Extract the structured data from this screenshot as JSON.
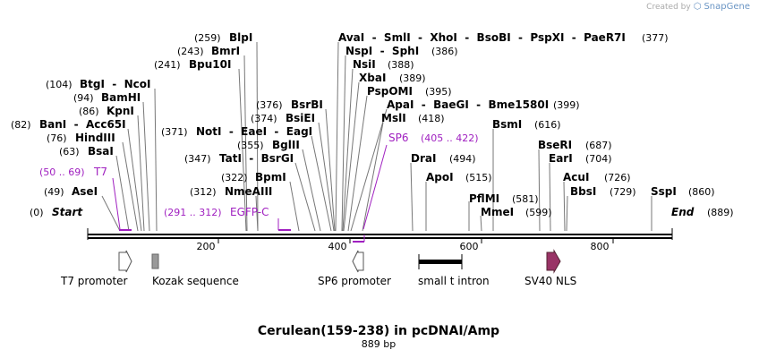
{
  "credit": {
    "prefix": "Created by",
    "brand": "SnapGene"
  },
  "title": "Cerulean(159-238) in pcDNAI/Amp",
  "subtitle": "889 bp",
  "ruler": {
    "ticks": [
      "200",
      "400",
      "600",
      "800"
    ]
  },
  "ends": {
    "start_label": "Start",
    "start_pos": "(0)",
    "end_label": "End",
    "end_pos": "(889)"
  },
  "sites": [
    {
      "name": "AseI",
      "pos": "(49)"
    },
    {
      "name": "BsaI",
      "pos": "(63)"
    },
    {
      "name": "HindIII",
      "pos": "(76)"
    },
    {
      "name": "BanI  -  Acc65I",
      "pos": "(82)"
    },
    {
      "name": "KpnI",
      "pos": "(86)"
    },
    {
      "name": "BamHI",
      "pos": "(94)"
    },
    {
      "name": "BtgI  -  NcoI",
      "pos": "(104)"
    },
    {
      "name": "Bpu10I",
      "pos": "(241)"
    },
    {
      "name": "BmrI",
      "pos": "(243)"
    },
    {
      "name": "BlpI",
      "pos": "(259)"
    },
    {
      "name": "NmeAIII",
      "pos": "(312)"
    },
    {
      "name": "BpmI",
      "pos": "(322)"
    },
    {
      "name": "TatI  -  BsrGI",
      "pos": "(347)"
    },
    {
      "name": "BglII",
      "pos": "(355)"
    },
    {
      "name": "NotI  -  EaeI  -  EagI",
      "pos": "(371)"
    },
    {
      "name": "BsiEI",
      "pos": "(374)"
    },
    {
      "name": "BsrBI",
      "pos": "(376)"
    },
    {
      "name": "AvaI  -  SmlI  -  XhoI  -  BsoBI  -  PspXI  -  PaeR7I",
      "pos": "(377)"
    },
    {
      "name": "NspI  -  SphI",
      "pos": "(386)"
    },
    {
      "name": "NsiI",
      "pos": "(388)"
    },
    {
      "name": "XbaI",
      "pos": "(389)"
    },
    {
      "name": "PspOMI",
      "pos": "(395)"
    },
    {
      "name": "ApaI  -  BaeGI  -  Bme1580I",
      "pos": "(399)"
    },
    {
      "name": "MslI",
      "pos": "(418)"
    },
    {
      "name": "DraI",
      "pos": "(494)"
    },
    {
      "name": "ApoI",
      "pos": "(515)"
    },
    {
      "name": "PflMI",
      "pos": "(581)"
    },
    {
      "name": "MmeI",
      "pos": "(599)"
    },
    {
      "name": "BsmI",
      "pos": "(616)"
    },
    {
      "name": "BseRI",
      "pos": "(687)"
    },
    {
      "name": "EarI",
      "pos": "(704)"
    },
    {
      "name": "AcuI",
      "pos": "(726)"
    },
    {
      "name": "BbsI",
      "pos": "(729)"
    },
    {
      "name": "SspI",
      "pos": "(860)"
    }
  ],
  "primers": [
    {
      "name": "T7",
      "range": "(50 .. 69)"
    },
    {
      "name": "EGFP-C",
      "range": "(291 .. 312)"
    },
    {
      "name": "SP6",
      "range": "(405 .. 422)"
    }
  ],
  "features": [
    {
      "name": "T7 promoter",
      "color": "#ffffff",
      "icon": "arrow-right-icon"
    },
    {
      "name": "Kozak sequence",
      "color": "#999999",
      "icon": "box-icon"
    },
    {
      "name": "SP6 promoter",
      "color": "#ffffff",
      "icon": "arrow-left-icon"
    },
    {
      "name": "small t intron",
      "color": "#000000",
      "icon": "intron-bar-icon"
    },
    {
      "name": "SV40 NLS",
      "color": "#993366",
      "icon": "arrow-right-icon"
    }
  ],
  "colors": {
    "primer": "#a020c0",
    "backbone": "#000000"
  }
}
